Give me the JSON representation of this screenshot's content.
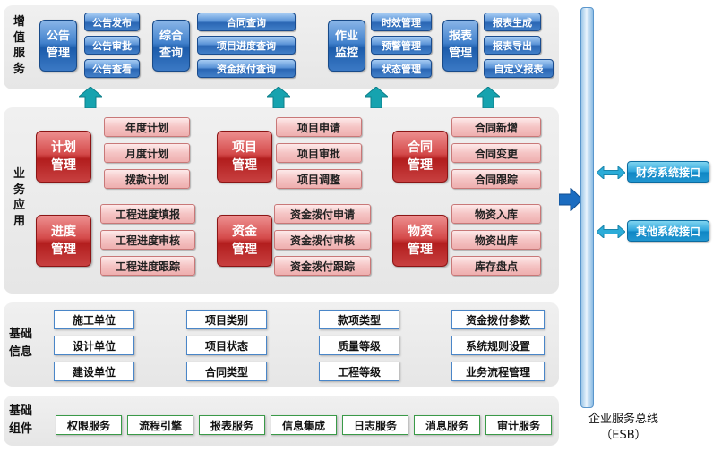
{
  "value_added": {
    "label": "增值服务",
    "groups": [
      {
        "title": "公告管理",
        "items": [
          "公告发布",
          "公告审批",
          "公告查看"
        ]
      },
      {
        "title": "综合查询",
        "items": [
          "合同查询",
          "项目进度查询",
          "资金拨付查询"
        ]
      },
      {
        "title": "作业监控",
        "items": [
          "时效管理",
          "预警管理",
          "状态管理"
        ]
      },
      {
        "title": "报表管理",
        "items": [
          "报表生成",
          "报表导出",
          "自定义报表"
        ]
      }
    ]
  },
  "business": {
    "label": "业务应用",
    "groups": [
      {
        "title": "计划管理",
        "items": [
          "年度计划",
          "月度计划",
          "拨款计划"
        ]
      },
      {
        "title": "项目管理",
        "items": [
          "项目申请",
          "项目审批",
          "项目调整"
        ]
      },
      {
        "title": "合同管理",
        "items": [
          "合同新增",
          "合同变更",
          "合同跟踪"
        ]
      },
      {
        "title": "进度管理",
        "items": [
          "工程进度填报",
          "工程进度审核",
          "工程进度跟踪"
        ]
      },
      {
        "title": "资金管理",
        "items": [
          "资金拨付申请",
          "资金拨付审核",
          "资金拨付跟踪"
        ]
      },
      {
        "title": "物资管理",
        "items": [
          "物资入库",
          "物资出库",
          "库存盘点"
        ]
      }
    ]
  },
  "base_info": {
    "label": "基础信息",
    "columns": [
      [
        "施工单位",
        "设计单位",
        "建设单位"
      ],
      [
        "项目类别",
        "项目状态",
        "合同类型"
      ],
      [
        "款项类型",
        "质量等级",
        "工程等级"
      ],
      [
        "资金拨付参数",
        "系统规则设置",
        "业务流程管理"
      ]
    ]
  },
  "base_components": {
    "label": "基础组件",
    "items": [
      "权限服务",
      "流程引擎",
      "报表服务",
      "信息集成",
      "日志服务",
      "消息服务",
      "审计服务"
    ]
  },
  "esb": {
    "title_line1": "企业服务总线",
    "title_line2": "（ESB）",
    "interfaces": [
      "财务系统接口",
      "其他系统接口"
    ]
  },
  "colors": {
    "blue_main": "#1c5cab",
    "red_main": "#b21d1d",
    "teal_arrow": "#16a3af",
    "right_arrow_blue": "#1b6cc0",
    "interface_cyan": "#2196d0",
    "green_border": "#3a9a48",
    "blue_border": "#4a86c8",
    "layer_bg": "#ececec"
  }
}
